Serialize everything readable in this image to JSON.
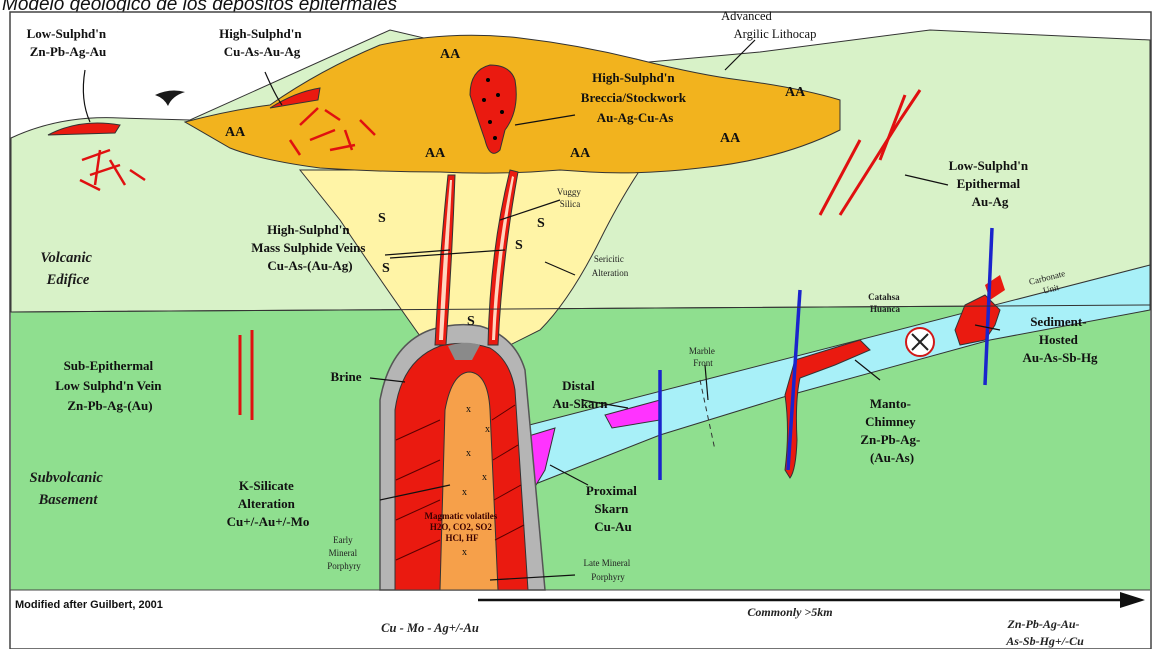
{
  "title": "Modelo geológico de los depósitos epitermales",
  "labels": {
    "low_sulph_top": [
      "Low-Sulphd'n",
      "Zn-Pb-Ag-Au"
    ],
    "high_sulph_top": [
      "High-Sulphd'n",
      "Cu-As-Au-Ag"
    ],
    "lithocap": [
      "Advanced",
      "Argilic Lithocap"
    ],
    "breccia": [
      "High-Sulphd'n",
      "Breccia/Stockwork",
      "Au-Ag-Cu-As"
    ],
    "low_sulph_epi": [
      "Low-Sulphd'n",
      "Epithermal",
      "Au-Ag"
    ],
    "vuggy": [
      "Vuggy",
      "Silica"
    ],
    "mass_sulph": [
      "High-Sulphd'n",
      "Mass Sulphide Veins",
      "Cu-As-(Au-Ag)"
    ],
    "sericitic": [
      "Sericitic",
      "Alteration"
    ],
    "volcanic": [
      "Volcanic",
      "Edifice"
    ],
    "carbonate": [
      "Carbonate",
      "Unit"
    ],
    "cata": [
      "Catahsa",
      "Huanca"
    ],
    "sed_hosted": [
      "Sediment-",
      "Hosted",
      "Au-As-Sb-Hg"
    ],
    "sub_epi": [
      "Sub-Epithermal",
      "Low Sulphd'n Vein",
      "Zn-Pb-Ag-(Au)"
    ],
    "brine": "Brine",
    "distal": [
      "Distal",
      "Au-Skarn"
    ],
    "marble": [
      "Marble",
      "Front"
    ],
    "manto": [
      "Manto-",
      "Chimney",
      "Zn-Pb-Ag-",
      "(Au-As)"
    ],
    "subvolcanic": [
      "Subvolcanic",
      "Basement"
    ],
    "ksilicate": [
      "K-Silicate",
      "Alteration",
      "Cu+/-Au+/-Mo"
    ],
    "magmatic": [
      "Magmatic volatiles",
      "H2O, CO2, SO2",
      "HCl, HF"
    ],
    "proximal": [
      "Proximal",
      "Skarn",
      "Cu-Au"
    ],
    "early": [
      "Early",
      "Mineral",
      "Porphyry"
    ],
    "late": [
      "Late Mineral",
      "Porphyry"
    ],
    "credit": "Modified after Guilbert, 2001",
    "commonly": "Commonly >5km",
    "cu_mo": "Cu - Mo - Ag+/-Au",
    "zn_pb": [
      "Zn-Pb-Ag-Au-",
      "As-Sb-Hg+/-Cu"
    ]
  },
  "zone_marks": {
    "aa": "AA",
    "s": "S",
    "x": "x"
  },
  "icons": {
    "bird": "bird-icon",
    "mine": "crossed-hammers-icon",
    "arrow": "long-arrow-right-icon"
  },
  "colors": {
    "volcanic_edifice": "#d8f2c8",
    "basement": "#8fdf8f",
    "argillic_cap": "#f2b31e",
    "sericitic": "#fff4a6",
    "carbonate": "#a8f0f8",
    "potassic": "#ea1a10",
    "late_porphyry": "#f6a04a",
    "brine_shell": "#b5b5b5",
    "skarn": "#ff33ff",
    "fault": "#1a24cc",
    "vein": "#e01010"
  }
}
